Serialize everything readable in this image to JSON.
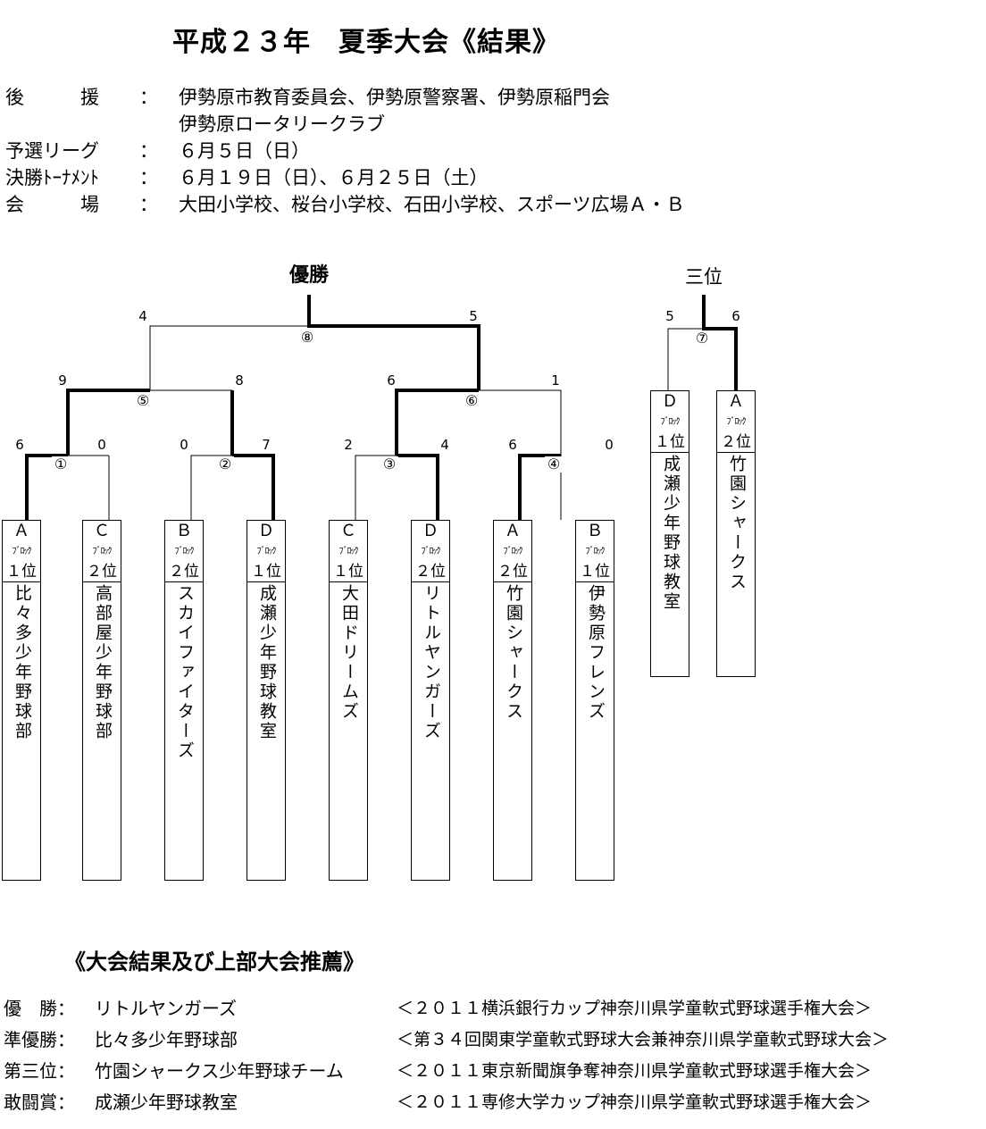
{
  "title": "平成２３年　夏季大会《結果》",
  "info": [
    {
      "label": "後　　　援",
      "value": "伊勢原市教育委員会、伊勢原警察署、伊勢原稲門会"
    },
    {
      "label": "",
      "value": "伊勢原ロータリークラブ"
    },
    {
      "label": "予選リーグ",
      "value": "６月５日（日）"
    },
    {
      "label": "決勝ﾄｰﾅﾒﾝﾄ",
      "value": "６月１９日（日）、６月２５日（土）"
    },
    {
      "label": "会　　　場",
      "value": "大田小学校、桜台小学校、石田小学校、スポーツ広場Ａ・Ｂ"
    }
  ],
  "colon": "：",
  "bracket": {
    "champion_label": "優勝",
    "third_label": "三位",
    "teams": [
      {
        "block": "Ａ",
        "sub": "ﾌﾞﾛｯｸ",
        "rank": "１位",
        "name": "比々多少年野球部"
      },
      {
        "block": "Ｃ",
        "sub": "ﾌﾞﾛｯｸ",
        "rank": "２位",
        "name": "高部屋少年野球部"
      },
      {
        "block": "Ｂ",
        "sub": "ﾌﾞﾛｯｸ",
        "rank": "２位",
        "name": "スカイファイターズ"
      },
      {
        "block": "Ｄ",
        "sub": "ﾌﾞﾛｯｸ",
        "rank": "１位",
        "name": "成瀬少年野球教室"
      },
      {
        "block": "Ｃ",
        "sub": "ﾌﾞﾛｯｸ",
        "rank": "１位",
        "name": "大田ドリームズ"
      },
      {
        "block": "Ｄ",
        "sub": "ﾌﾞﾛｯｸ",
        "rank": "２位",
        "name": "リトルヤンガーズ"
      },
      {
        "block": "Ａ",
        "sub": "ﾌﾞﾛｯｸ",
        "rank": "２位",
        "name": "竹園シャークス"
      },
      {
        "block": "Ｂ",
        "sub": "ﾌﾞﾛｯｸ",
        "rank": "１位",
        "name": "伊勢原フレンズ"
      }
    ],
    "third_teams": [
      {
        "block": "Ｄ",
        "sub": "ﾌﾞﾛｯｸ",
        "rank": "１位",
        "name": "成瀬少年野球教室"
      },
      {
        "block": "Ａ",
        "sub": "ﾌﾞﾛｯｸ",
        "rank": "２位",
        "name": "竹園シャークス"
      }
    ],
    "games": [
      {
        "num": "①",
        "left_score": "6",
        "right_score": "0",
        "winner": "left"
      },
      {
        "num": "②",
        "left_score": "0",
        "right_score": "7",
        "winner": "right"
      },
      {
        "num": "③",
        "left_score": "2",
        "right_score": "4",
        "winner": "right"
      },
      {
        "num": "④",
        "left_score": "6",
        "right_score": "0",
        "winner": "left"
      },
      {
        "num": "⑤",
        "left_score": "9",
        "right_score": "8",
        "winner": "left"
      },
      {
        "num": "⑥",
        "left_score": "6",
        "right_score": "1",
        "winner": "left"
      },
      {
        "num": "⑧",
        "left_score": "4",
        "right_score": "5",
        "winner": "right"
      },
      {
        "num": "⑦",
        "left_score": "5",
        "right_score": "6",
        "winner": "right"
      }
    ]
  },
  "results_title": "《大会結果及び上部大会推薦》",
  "results": [
    {
      "label": "優　勝：",
      "team": "リトルヤンガーズ",
      "tournament": "＜２０１１横浜銀行カップ神奈川県学童軟式野球選手権大会＞"
    },
    {
      "label": "準優勝：",
      "team": "比々多少年野球部",
      "tournament": "＜第３４回関東学童軟式野球大会兼神奈川県学童軟式野球大会＞"
    },
    {
      "label": "第三位：",
      "team": "竹園シャークス少年野球チーム",
      "tournament": "＜２０１１東京新聞旗争奪神奈川県学童軟式野球選手権大会＞"
    },
    {
      "label": "敢闘賞：",
      "team": "成瀬少年野球教室",
      "tournament": "＜２０１１専修大学カップ神奈川県学童軟式野球選手権大会＞"
    }
  ]
}
